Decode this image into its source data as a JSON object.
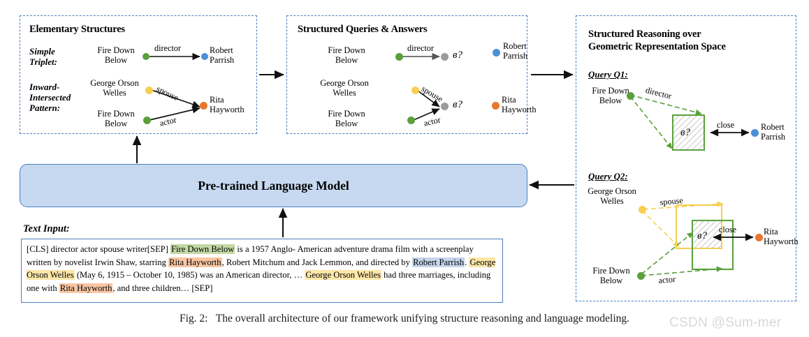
{
  "figure": {
    "caption_label": "Fig. 2:",
    "caption_text": "The overall architecture of our framework unifying structure reasoning and language modeling.",
    "watermark": "CSDN @Sum-mer"
  },
  "panel_elementary": {
    "title": "Elementary Structures",
    "row1_label": "Simple\nTriplet:",
    "row2_label": "Inward-\nIntersected\nPattern:",
    "triplet": {
      "head": "Fire Down\nBelow",
      "relation": "director",
      "tail": "Robert\nParrish"
    },
    "pattern": {
      "head1": "George Orson\nWelles",
      "relation1": "spouse",
      "head2": "Fire Down\nBelow",
      "relation2": "actor",
      "tail": "Rita\nHayworth"
    }
  },
  "panel_queries": {
    "title": "Structured Queries & Answers",
    "query1": {
      "head": "Fire Down\nBelow",
      "relation": "director",
      "variable": "в?",
      "answer": "Robert\nParrish"
    },
    "query2": {
      "head1": "George Orson\nWelles",
      "relation1": "spouse",
      "head2": "Fire Down\nBelow",
      "relation2": "actor",
      "variable": "в?",
      "answer": "Rita\nHayworth"
    }
  },
  "panel_reasoning": {
    "title_line1": "Structured Reasoning over",
    "title_line2": "Geometric Representation Space",
    "q1": {
      "label": "Query Q1:",
      "head": "Fire Down\nBelow",
      "relation": "director",
      "box_variable": "в?",
      "close_label": "close",
      "answer": "Robert\nParrish"
    },
    "q2": {
      "label": "Query Q2:",
      "head1": "George Orson\nWelles",
      "relation1": "spouse",
      "head2": "Fire Down\nBelow",
      "relation2": "actor",
      "box_variable": "в?",
      "close_label": "close",
      "answer": "Rita\nHayworth"
    }
  },
  "plm": {
    "label": "Pre-trained Language Model"
  },
  "text_input": {
    "title": "Text Input:",
    "segments": [
      {
        "t": "[CLS] director actor spouse  writer[SEP] ",
        "h": null
      },
      {
        "t": "Fire Down Below",
        "h": "green"
      },
      {
        "t": " is a 1957 Anglo- American adventure drama film with a screenplay written by novelist Irwin Shaw, starring ",
        "h": null
      },
      {
        "t": "Rita Hayworth",
        "h": "orange"
      },
      {
        "t": ", Robert Mitchum and Jack Lemmon, and directed by ",
        "h": null
      },
      {
        "t": "Robert Parrish",
        "h": "blue"
      },
      {
        "t": ". ",
        "h": null
      },
      {
        "t": "George Orson Welles",
        "h": "yellow"
      },
      {
        "t": " (May 6, 1915 – October 10, 1985) was an American director, … ",
        "h": null
      },
      {
        "t": "George Orson Welles",
        "h": "yellow"
      },
      {
        "t": " had three marriages, including one with ",
        "h": null
      },
      {
        "t": "Rita Hayworth",
        "h": "orange"
      },
      {
        "t": ", and three children… [SEP]",
        "h": null
      }
    ]
  },
  "colors": {
    "entity_green": "#5aa03c",
    "entity_blue": "#4b90d4",
    "entity_yellow": "#f6cf52",
    "entity_orange": "#e8762c",
    "variable_grey": "#9b9b9b",
    "panel_border": "#4a7ebb",
    "plm_fill": "#c6d9f1"
  }
}
